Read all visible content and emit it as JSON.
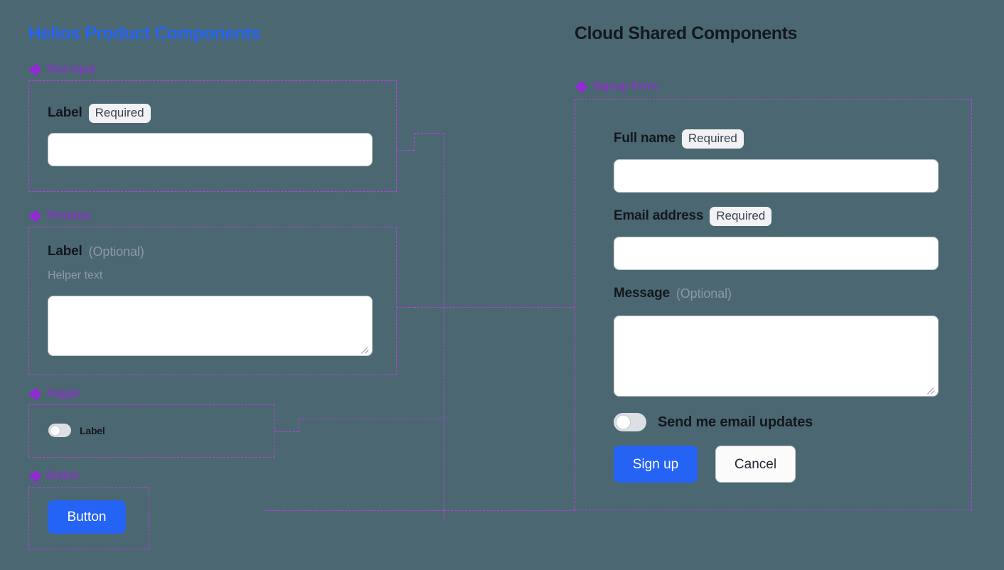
{
  "background_color": "#4b6872",
  "accent_colors": {
    "left_title": "#2563f5",
    "right_title": "#15181f",
    "section_label": "#9b23e0",
    "dashed_outline": "#c33ae8",
    "primary_button": "#2563f5",
    "badge_background": "#f2f2f5",
    "muted_text": "#8c9ba4"
  },
  "left_column": {
    "title": "Helios Product Components",
    "sections": [
      {
        "icon": "diamond-icon",
        "label": "Text Input",
        "field": {
          "label": "Label",
          "badge": "Required",
          "input_value": "",
          "input_placeholder": ""
        }
      },
      {
        "icon": "diamond-icon",
        "label": "Textarea",
        "field": {
          "label": "Label",
          "optional": "(Optional)",
          "helper": "Helper text",
          "textarea_value": "",
          "textarea_placeholder": ""
        }
      },
      {
        "icon": "diamond-icon",
        "label": "Toggle",
        "field": {
          "toggle_label": "Label",
          "toggle_state": "off"
        }
      },
      {
        "icon": "diamond-icon",
        "label": "Button",
        "field": {
          "button_label": "Button"
        }
      }
    ]
  },
  "right_column": {
    "title": "Cloud Shared Components",
    "sections": [
      {
        "icon": "diamond-icon",
        "label": "Signup Form",
        "form": {
          "fields": [
            {
              "label": "Full name",
              "badge": "Required",
              "value": "",
              "placeholder": ""
            },
            {
              "label": "Email address",
              "badge": "Required",
              "value": "",
              "placeholder": ""
            },
            {
              "label": "Message",
              "optional": "(Optional)",
              "value": "",
              "placeholder": ""
            }
          ],
          "toggle": {
            "label": "Send me email updates",
            "state": "off"
          },
          "actions": {
            "primary": "Sign up",
            "secondary": "Cancel"
          }
        }
      }
    ]
  }
}
